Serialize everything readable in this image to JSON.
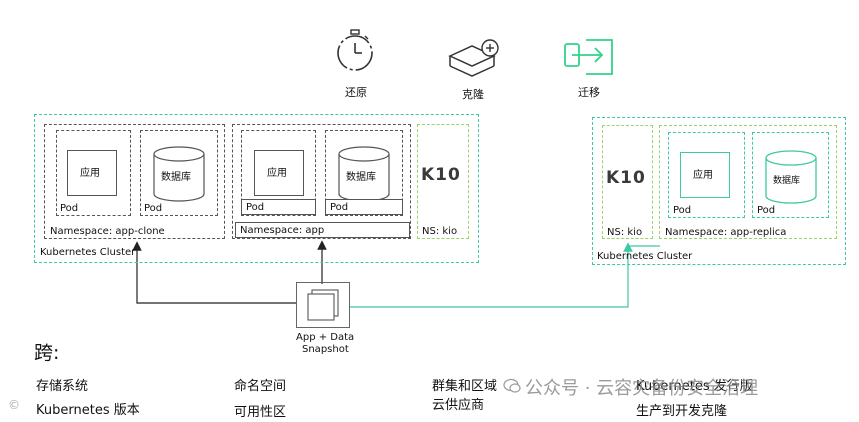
{
  "top_icons": {
    "restore_label": "还原",
    "clone_label": "克隆",
    "migrate_label": "迁移"
  },
  "source_cluster": {
    "label": "Kubernetes Cluster",
    "ns_clone": {
      "label": "Namespace: app-clone",
      "app": "应用",
      "db": "数据库",
      "pod1": "Pod",
      "pod2": "Pod"
    },
    "ns_app": {
      "label": "Namespace: app",
      "app": "应用",
      "db": "数据库",
      "pod1": "Pod",
      "pod2": "Pod"
    },
    "ns_kio": {
      "logo": "K10",
      "label": "NS: kio"
    }
  },
  "target_cluster": {
    "label": "Kubernetes Cluster",
    "ns_kio": {
      "logo": "K10",
      "label": "NS: kio"
    },
    "ns_replica": {
      "label": "Namespace: app-replica",
      "app": "应用",
      "db": "数据库",
      "pod1": "Pod",
      "pod2": "Pod"
    }
  },
  "snapshot": {
    "line1": "App + Data",
    "line2": "Snapshot"
  },
  "across": {
    "title": "跨:",
    "col1": [
      "存储系统",
      "Kubernetes 版本"
    ],
    "col2": [
      "命名空间",
      "可用性区"
    ],
    "col3": [
      "群集和区域",
      "云供应商"
    ],
    "col4": [
      "Kubernetes 发行版",
      "生产到开发克隆"
    ]
  },
  "watermark": {
    "text": "公众号 · 云容灾备份安全治理",
    "left_mark": "©"
  },
  "colors": {
    "teal": "#3fc8a4",
    "lime": "#9bd36a",
    "gray": "#555555",
    "green": "#2fd38a"
  }
}
